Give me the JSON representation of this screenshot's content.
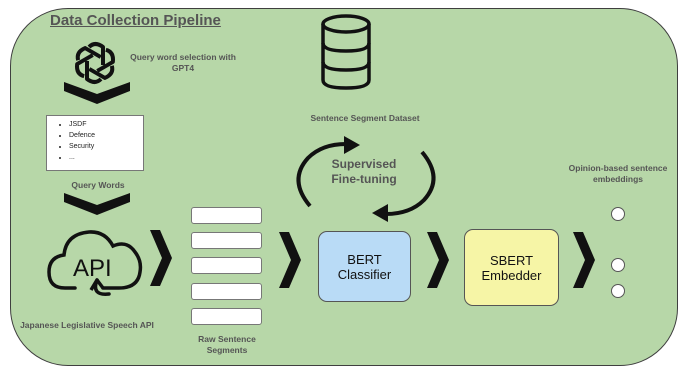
{
  "title": "Data Collection Pipeline",
  "query_selection_label": "Query word selection with GPT4",
  "query_words": {
    "items": [
      "JSDF",
      "Defence",
      "Security",
      "..."
    ],
    "label": "Query Words"
  },
  "api_icon_text": "API",
  "api_label": "Japanese Legislative Speech API",
  "raw_segments_label": "Raw Sentence Segments",
  "dataset_label": "Sentence Segment Dataset",
  "finetune_label": "Supervised Fine-tuning",
  "bert_box": {
    "label": "BERT Classifier",
    "color": "#b9dbf6"
  },
  "sbert_box": {
    "label": "SBERT Embedder",
    "color": "#f6f5a6"
  },
  "embeddings_label": "Opinion-based sentence embeddings",
  "colors": {
    "background": "#b7d7a8",
    "text": "#555555"
  },
  "icons": [
    "openai-logo-icon",
    "database-icon",
    "cloud-api-icon",
    "cycle-arrows-icon",
    "chevron-right-icon"
  ]
}
